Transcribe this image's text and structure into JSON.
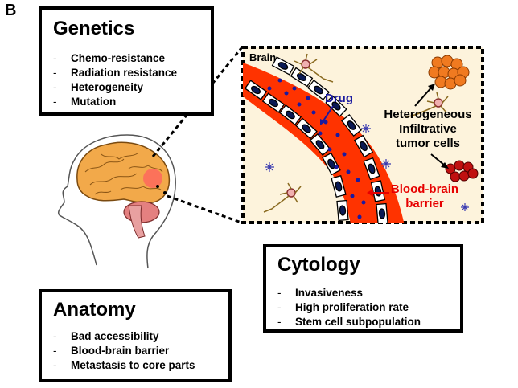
{
  "panel_label": "B",
  "genetics": {
    "title": "Genetics",
    "items": [
      "Chemo-resistance",
      "Radiation resistance",
      "Heterogeneity",
      "Mutation"
    ]
  },
  "inset": {
    "region_label": "Brain",
    "drug_label": "Drug",
    "tumor_label": [
      "Heterogeneous",
      "Infiltrative",
      "tumor cells"
    ],
    "barrier_label": [
      "Blood-brain",
      "barrier"
    ]
  },
  "cytology": {
    "title": "Cytology",
    "items": [
      "Invasiveness",
      "High proliferation rate",
      "Stem cell subpopulation"
    ]
  },
  "anatomy": {
    "title": "Anatomy",
    "items": [
      "Bad accessibility",
      "Blood-brain barrier",
      "Metastasis to core parts"
    ]
  },
  "colors": {
    "vessel": "#ff3300",
    "drug": "#1a1aa0",
    "barrier_text": "#e60000",
    "inset_bg": "#fdf3dc",
    "tumor_orange": "#f07a20",
    "tumor_red": "#c01010",
    "brain": "#f2a94a"
  }
}
